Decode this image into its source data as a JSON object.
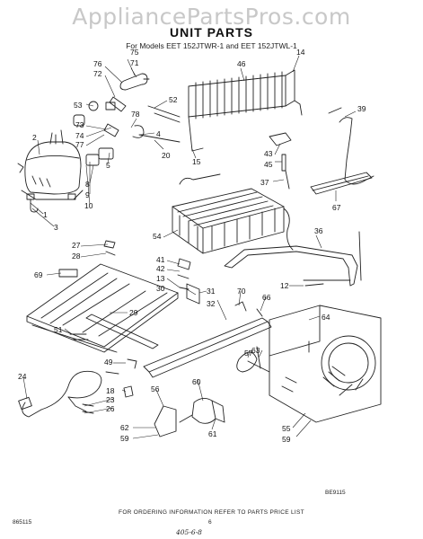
{
  "watermark": "AppliancePartsPros.com",
  "title": "UNIT PARTS",
  "subtitle": "For Models EET 152JTWR-1 and EET 152JTWL-1",
  "footer": {
    "ordering": "FOR ORDERING INFORMATION REFER TO PARTS PRICE LIST",
    "code": "BE9115",
    "left_code": "865115",
    "page": "6",
    "handwritten": "405-6-8"
  },
  "callouts": [
    "75",
    "76",
    "71",
    "72",
    "46",
    "14",
    "52",
    "53",
    "73",
    "74",
    "77",
    "78",
    "4",
    "2",
    "5",
    "20",
    "39",
    "15",
    "43",
    "45",
    "8",
    "9",
    "10",
    "1",
    "3",
    "37",
    "67",
    "54",
    "36",
    "27",
    "28",
    "41",
    "42",
    "13",
    "69",
    "30",
    "31",
    "70",
    "66",
    "12",
    "32",
    "29",
    "64",
    "51",
    "63",
    "57",
    "49",
    "24",
    "60",
    "18",
    "23",
    "26",
    "56",
    "61",
    "62",
    "59",
    "55",
    "59"
  ]
}
